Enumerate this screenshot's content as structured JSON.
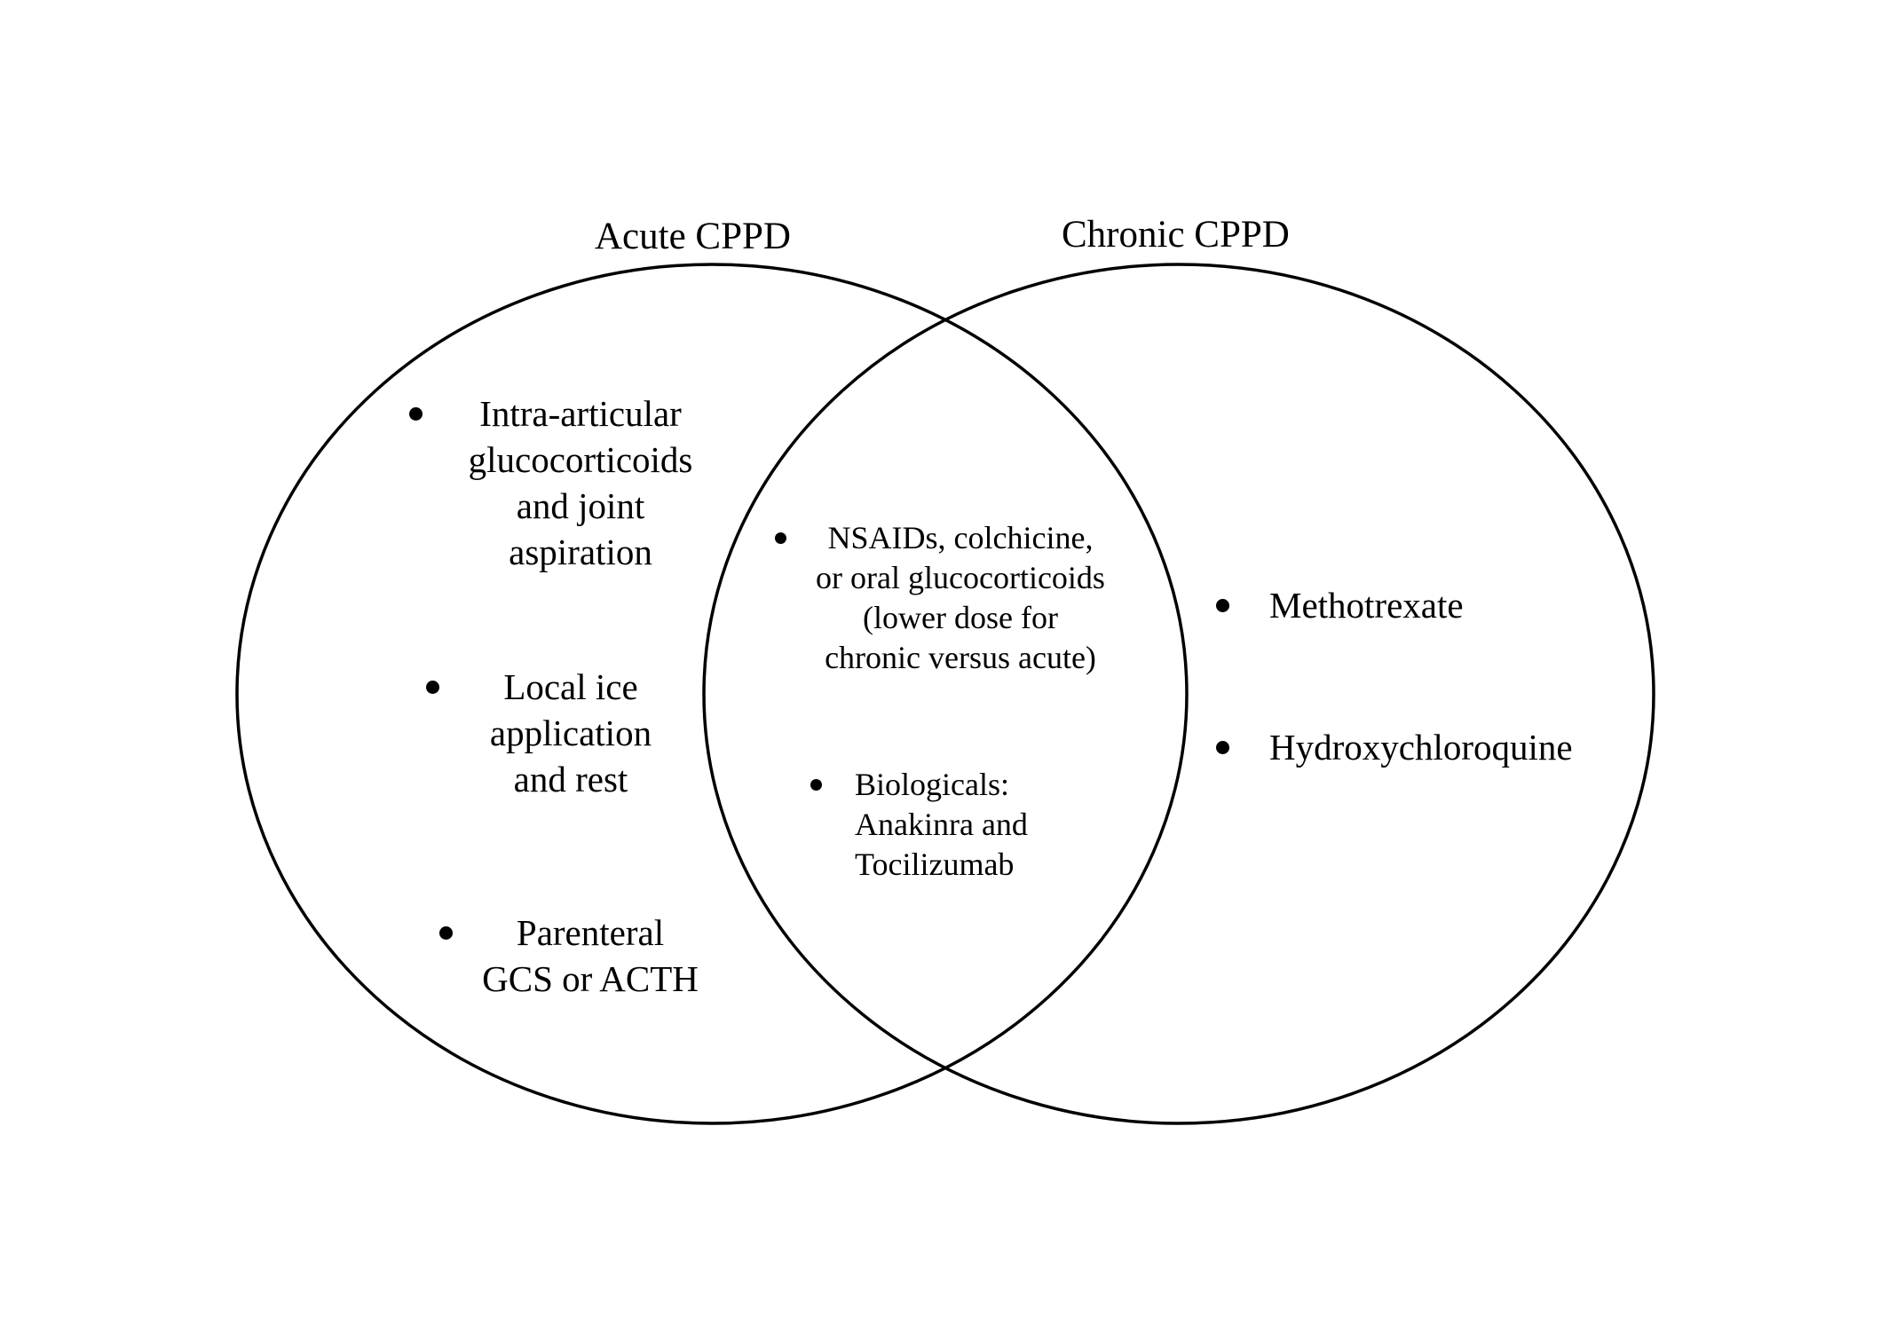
{
  "sets": {
    "acute": {
      "title": "Acute CPPD"
    },
    "chronic": {
      "title": "Chronic CPPD"
    }
  },
  "acute_only": [
    "Intra-articular\nglucocorticoids\nand joint\naspiration",
    "Local ice\napplication\nand rest",
    "Parenteral\nGCS or ACTH"
  ],
  "both": [
    "NSAIDs, colchicine,\nor oral glucocorticoids\n(lower dose for\nchronic versus acute)",
    "Biologicals:\nAnakinra and\nTocilizumab"
  ],
  "chronic_only": [
    "Methotrexate",
    "Hydroxychloroquine"
  ]
}
